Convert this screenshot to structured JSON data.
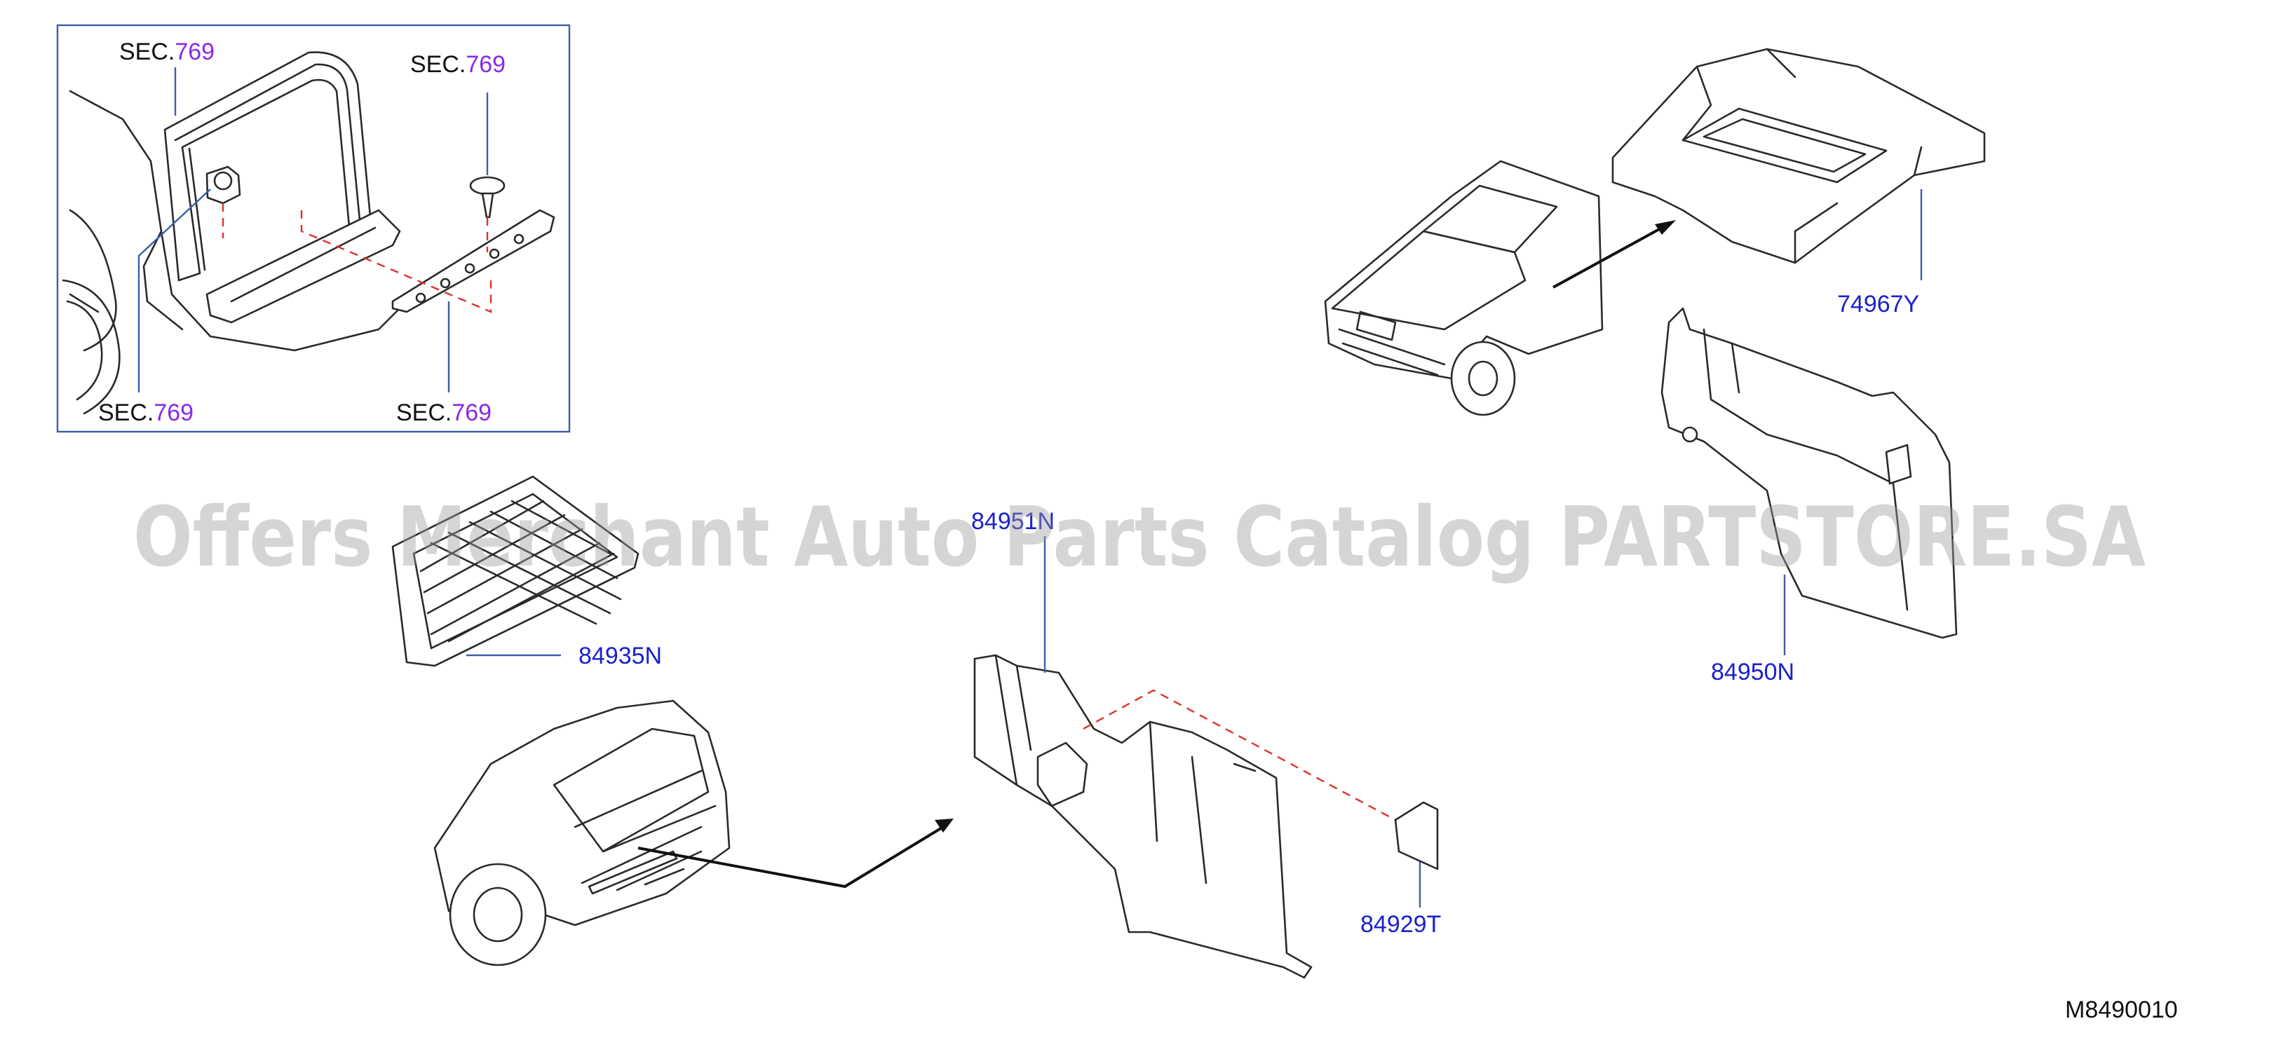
{
  "watermark": "Offers Merchant Auto Parts Catalog PARTSTORE.SA",
  "diagram_code": "M8490010",
  "inset": {
    "callouts": [
      {
        "prefix": "SEC.",
        "number": "769"
      },
      {
        "prefix": "SEC.",
        "number": "769"
      },
      {
        "prefix": "SEC.",
        "number": "769"
      },
      {
        "prefix": "SEC.",
        "number": "769"
      }
    ]
  },
  "parts": {
    "p74967Y": "74967Y",
    "p84950N": "84950N",
    "p84935N": "84935N",
    "p84951N": "84951N",
    "p84929T": "84929T"
  },
  "colors": {
    "part_label": "#1a22c8",
    "sec_number": "#8a2be2",
    "leader": "#3a5ea8",
    "dashed_guide": "#e0302a"
  }
}
